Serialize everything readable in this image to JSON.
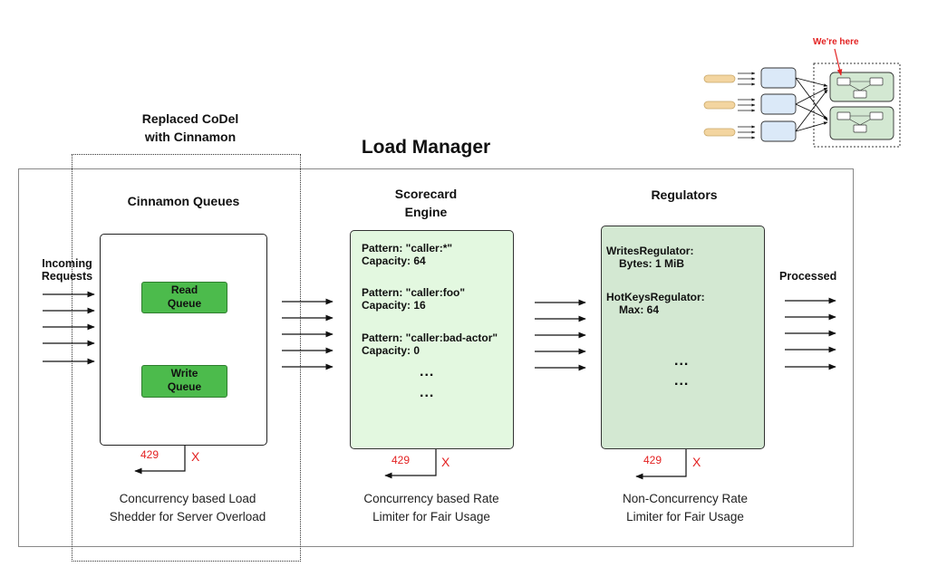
{
  "main": {
    "title": "Load Manager",
    "replaced_label": "Replaced CoDel\nwith Cinnamon",
    "incoming_label": "Incoming\nRequests",
    "processed_label": "Processed"
  },
  "cinnamon": {
    "heading": "Cinnamon Queues",
    "read_queue": "Read\nQueue",
    "write_queue": "Write\nQueue",
    "status_code": "429",
    "reject_mark": "X",
    "caption": "Concurrency based Load\nShedder for Server Overload"
  },
  "scorecard": {
    "heading": "Scorecard\nEngine",
    "rules": [
      {
        "pattern": "Pattern: \"caller:*\"",
        "capacity": "Capacity: 64"
      },
      {
        "pattern": "Pattern: \"caller:foo\"",
        "capacity": "Capacity: 16"
      },
      {
        "pattern": "Pattern: \"caller:bad-actor\"",
        "capacity": "Capacity: 0"
      }
    ],
    "ellipsis": "...",
    "status_code": "429",
    "reject_mark": "X",
    "caption": "Concurrency based Rate\nLimiter for Fair Usage"
  },
  "regulators": {
    "heading": "Regulators",
    "items": [
      {
        "name": "WritesRegulator:",
        "value": "Bytes: 1 MiB"
      },
      {
        "name": "HotKeysRegulator:",
        "value": "Max: 64"
      }
    ],
    "ellipsis": "...",
    "status_code": "429",
    "reject_mark": "X",
    "caption": "Non-Concurrency Rate\nLimiter for Fair Usage"
  },
  "minimap": {
    "label": "We're here"
  },
  "colors": {
    "queue_green": "#4cbb4c",
    "scorecard_fill": "#e3f8e0",
    "regulators_fill": "#d3e8d2",
    "reject_red": "#e32222",
    "minimap_tan": "#f3d5a0",
    "minimap_blue": "#dbe9f8"
  }
}
